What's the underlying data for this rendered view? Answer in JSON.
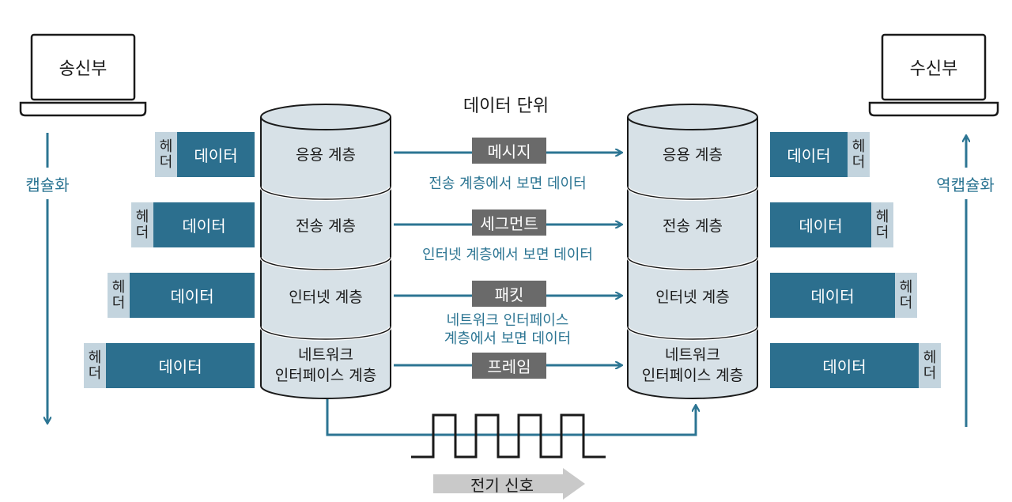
{
  "sender": {
    "label": "송신부"
  },
  "receiver": {
    "label": "수신부"
  },
  "title": "데이터 단위",
  "side": {
    "encap": "캡슐화",
    "decap": "역캡슐화"
  },
  "layers": [
    {
      "left": "응용 계층",
      "right": "응용 계층",
      "pdu": "메시지",
      "note": "전송 계층에서 보면 데이터",
      "data": "데이터",
      "header": "헤더"
    },
    {
      "left": "전송 계층",
      "right": "전송 계층",
      "pdu": "세그먼트",
      "note": "인터넷 계층에서 보면 데이터",
      "data": "데이터",
      "header": "헤더"
    },
    {
      "left": "인터넷 계층",
      "right": "인터넷 계층",
      "pdu": "패킷",
      "note": "네트워크 인터페이스\n계층에서 보면 데이터",
      "data": "데이터",
      "header": "헤더"
    },
    {
      "left": "네트워크\n인터페이스 계층",
      "right": "네트워크\n인터페이스 계층",
      "pdu": "프레임",
      "note": "",
      "data": "데이터",
      "header": "헤더"
    }
  ],
  "signal": {
    "label": "전기 신호"
  },
  "colors": {
    "accent": "#2c7593",
    "data_box": "#2c6f8e",
    "header_box": "#c3d4de",
    "pdu_box": "#6a6a6a",
    "cylinder": "#d7e1e7"
  }
}
